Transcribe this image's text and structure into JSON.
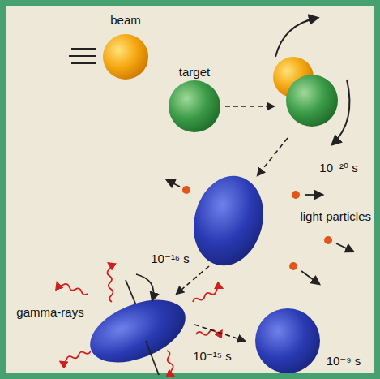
{
  "diagram": {
    "nodes": [
      {
        "text": [
          "beam"
        ]
      },
      {
        "text": [
          "target"
        ]
      }
    ],
    "labels": [
      "10⁻²⁰ s",
      "light particles",
      "10⁻¹⁶ s",
      "gamma-rays",
      "10⁻¹⁵ s",
      "10⁻⁹ s"
    ]
  }
}
